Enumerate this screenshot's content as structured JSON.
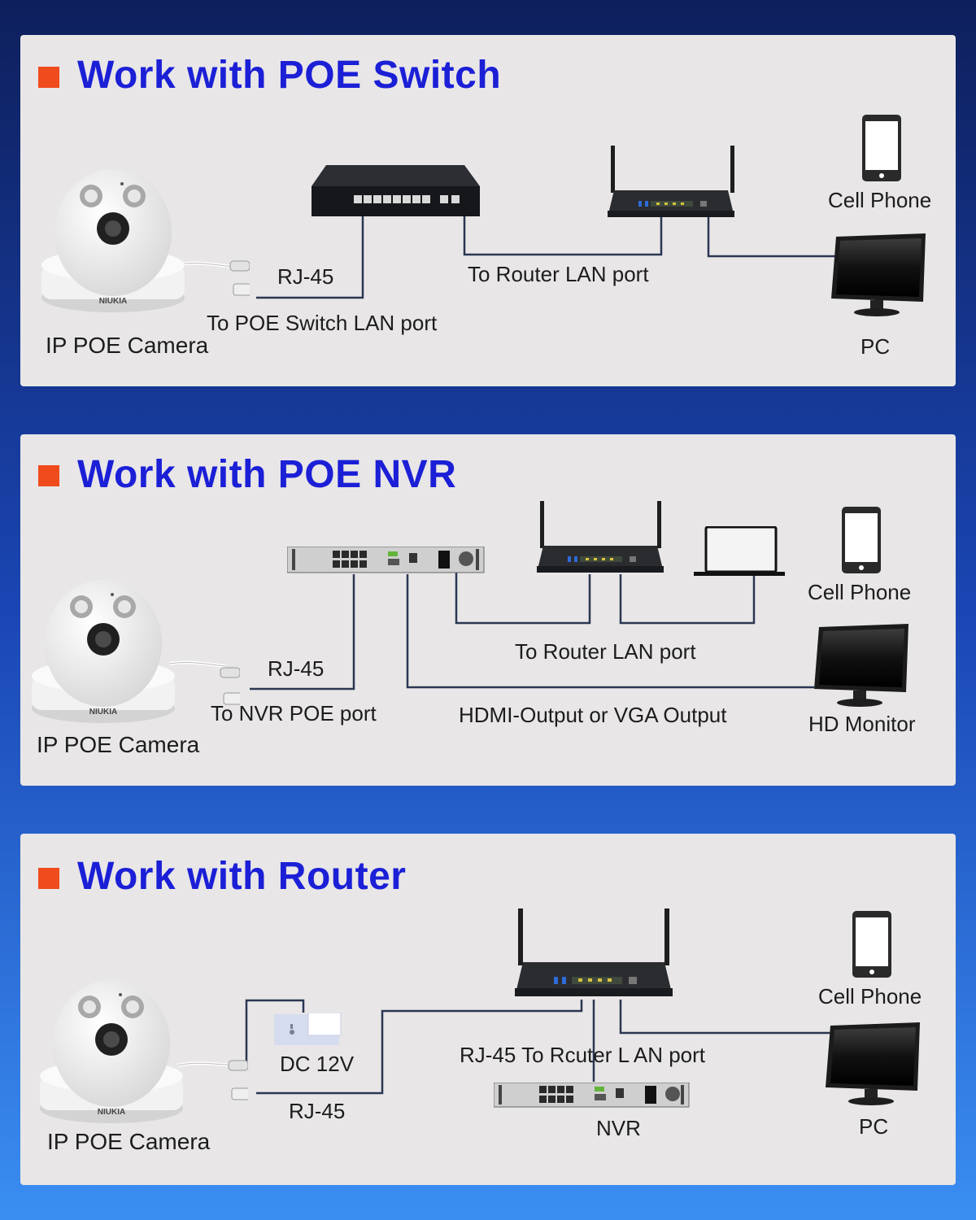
{
  "colors": {
    "background_top": "#0e1f5c",
    "background_bottom": "#3a8ef2",
    "panel": "#e8e6e7",
    "title": "#1b1fd6",
    "bullet": "#ef4b1c",
    "line": "#2b3752"
  },
  "icons": [
    "dome-camera-icon",
    "poe-switch-icon",
    "router-icon",
    "cell-phone-icon",
    "monitor-icon",
    "nvr-icon",
    "laptop-icon",
    "power-socket-icon"
  ],
  "panel1": {
    "title": "Work with POE Switch",
    "camera_label": "IP POE Camera",
    "camera_brand": "NIUKIA",
    "rj45": "RJ-45",
    "to_switch": "To POE Switch LAN port",
    "to_router": "To Router LAN port",
    "phone": "Cell Phone",
    "pc": "PC"
  },
  "panel2": {
    "title": "Work with POE NVR",
    "camera_label": "IP POE Camera",
    "camera_brand": "NIUKIA",
    "rj45": "RJ-45",
    "to_nvr": "To NVR POE port",
    "to_router": "To Router LAN port",
    "hdmi": "HDMI-Output or VGA Output",
    "phone": "Cell Phone",
    "monitor": "HD Monitor"
  },
  "panel3": {
    "title": "Work with Router",
    "camera_label": "IP POE Camera",
    "camera_brand": "NIUKIA",
    "dc": "DC 12V",
    "rj45": "RJ-45",
    "to_router": "RJ-45 To Rcuter L AN port",
    "nvr": "NVR",
    "phone": "Cell Phone",
    "pc": "PC"
  }
}
